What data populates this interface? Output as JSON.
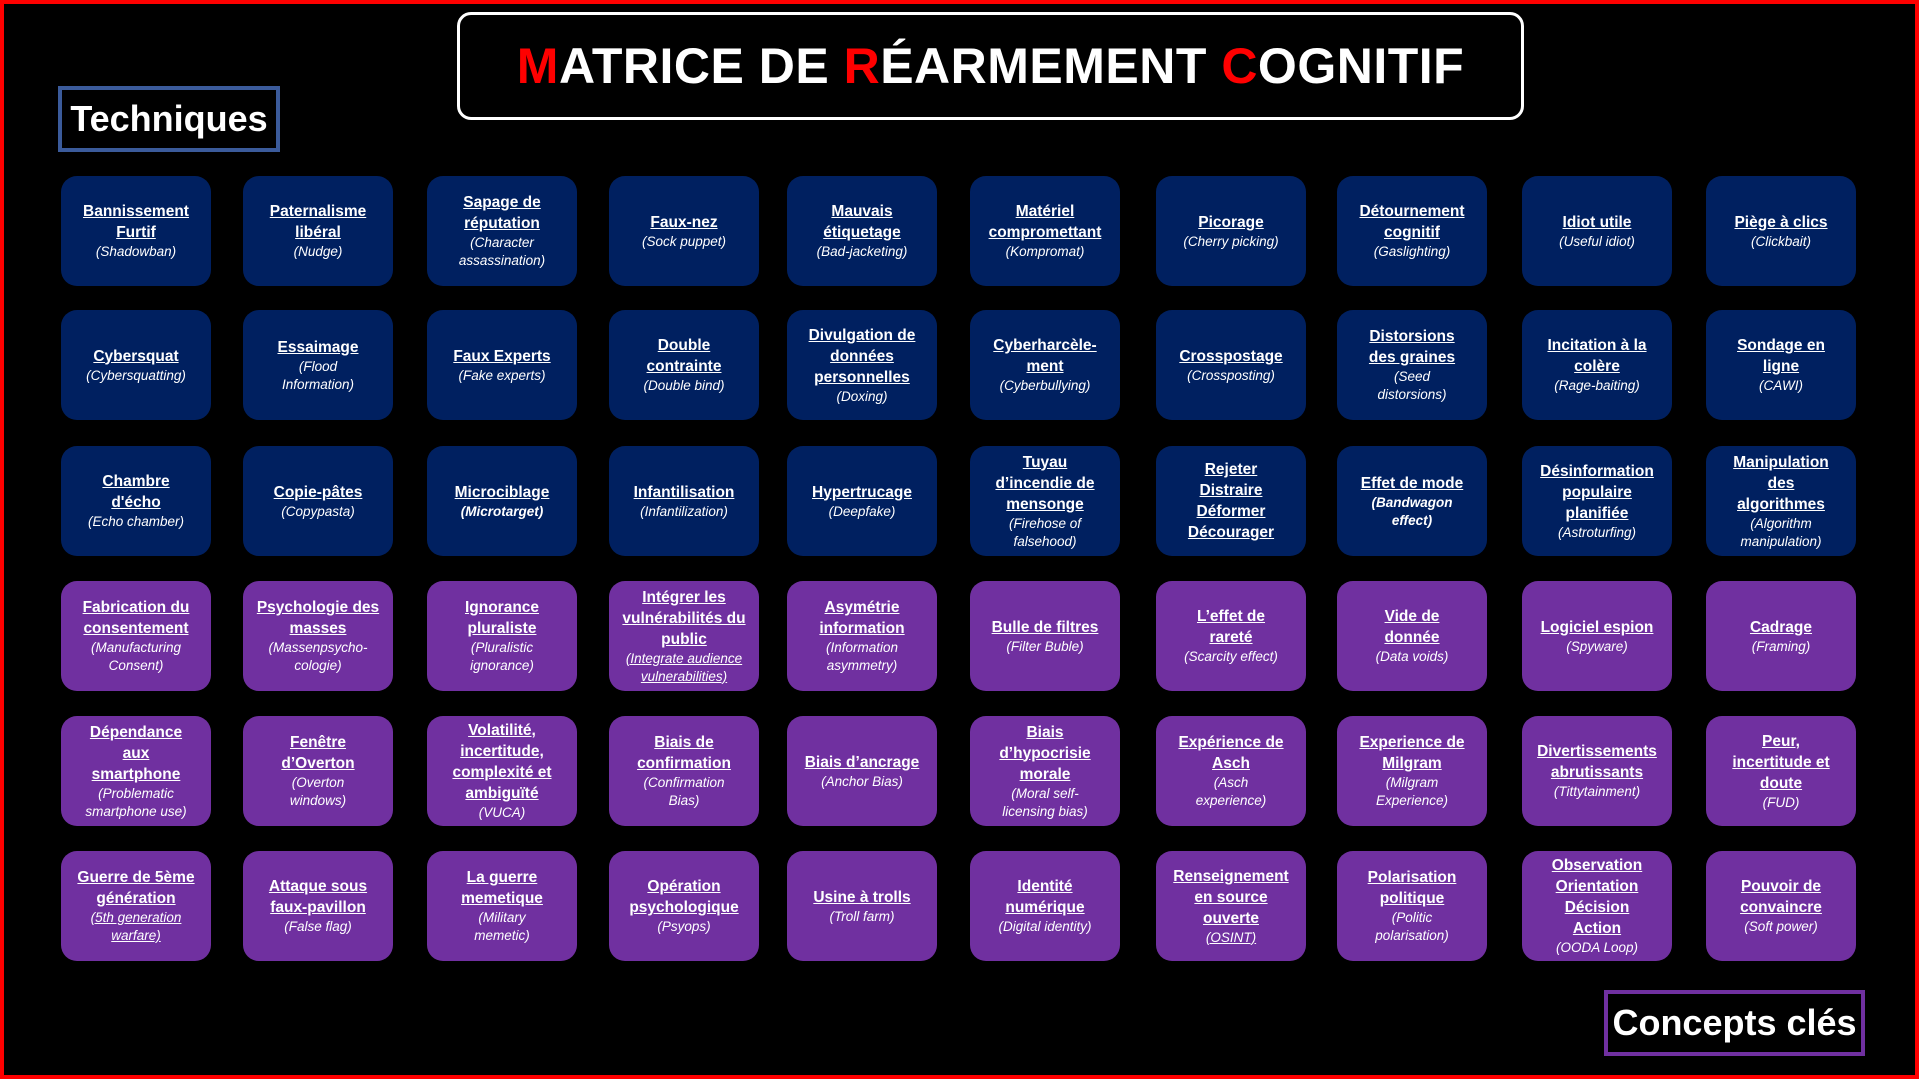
{
  "title": {
    "parts": [
      {
        "text": "M",
        "accent": true
      },
      {
        "text": "ATRICE DE ",
        "accent": false
      },
      {
        "text": "R",
        "accent": true
      },
      {
        "text": "ÉARMEMENT ",
        "accent": false
      },
      {
        "text": "C",
        "accent": true
      },
      {
        "text": "OGNITIF",
        "accent": false
      }
    ],
    "full": "MATRICE DE RÉARMEMENT COGNITIF"
  },
  "labels": {
    "techniques": "Techniques",
    "concepts": "Concepts clés"
  },
  "colors": {
    "frame": "#ff0000",
    "technique_tile": "#002060",
    "concept_tile": "#7030a0",
    "techniques_border": "#3b5b9b",
    "concepts_border": "#7030a0",
    "accent": "#ff0000"
  },
  "techniques": [
    [
      {
        "main": "Bannissement\nFurtif",
        "sub": "(Shadowban)"
      },
      {
        "main": "Paternalisme\nlibéral",
        "sub": "(Nudge)"
      },
      {
        "main": "Sapage de\nréputation",
        "sub": "(Character\nassassination)"
      },
      {
        "main": "Faux-nez",
        "sub": "(Sock puppet)"
      },
      {
        "main": "Mauvais\nétiquetage",
        "sub": "(Bad-jacketing)"
      },
      {
        "main": "Matériel\ncompromettant",
        "sub": "(Kompromat)"
      },
      {
        "main": "Picorage",
        "sub": "(Cherry picking)"
      },
      {
        "main": "Détournement\ncognitif",
        "sub": "(Gaslighting)"
      },
      {
        "main": "Idiot utile",
        "sub": "(Useful idiot)"
      },
      {
        "main": "Piège à clics",
        "sub": "(Clickbait)"
      }
    ],
    [
      {
        "main": "Cybersquat",
        "sub": "(Cybersquatting)"
      },
      {
        "main": "Essaimage",
        "sub": "(Flood\nInformation)"
      },
      {
        "main": "Faux Experts",
        "sub": "(Fake experts)"
      },
      {
        "main": "Double\ncontrainte",
        "sub": "(Double bind)"
      },
      {
        "main": "Divulgation de\ndonnées\npersonnelles",
        "sub": "(Doxing)"
      },
      {
        "main": "Cyberharcèle-\nment",
        "sub": "(Cyberbullying)"
      },
      {
        "main": "Crosspostage",
        "sub": "(Crossposting)"
      },
      {
        "main": "Distorsions\ndes graines",
        "sub": "(Seed\ndistorsions)"
      },
      {
        "main": "Incitation à la\ncolère",
        "sub": "(Rage-baiting)"
      },
      {
        "main": "Sondage en\nligne",
        "sub": "(CAWI)"
      }
    ],
    [
      {
        "main": "Chambre\nd'écho",
        "sub": "(Echo chamber)"
      },
      {
        "main": "Copie-pâtes",
        "sub": "(Copypasta)"
      },
      {
        "main": "Microciblage",
        "sub": "(Microtarget)",
        "sub_bold": true
      },
      {
        "main": "Infantilisation",
        "sub": "(Infantilization)"
      },
      {
        "main": "Hypertrucage",
        "sub": "(Deepfake)"
      },
      {
        "main": "Tuyau\nd’incendie de\nmensonge",
        "sub": "(Firehose of\nfalsehood)"
      },
      {
        "main": "Rejeter\nDistraire\nDéformer\nDécourager",
        "sub": ""
      },
      {
        "main": "Effet de mode",
        "sub": "(Bandwagon\neffect)",
        "sub_bold": true
      },
      {
        "main": "Désinformation\npopulaire\nplanifiée",
        "sub": "(Astroturfing)"
      },
      {
        "main": "Manipulation\ndes\nalgorithmes",
        "sub": "(Algorithm\nmanipulation)"
      }
    ]
  ],
  "concepts": [
    [
      {
        "main": "Fabrication du\nconsentement",
        "sub": "(Manufacturing\nConsent)"
      },
      {
        "main": "Psychologie des\nmasses",
        "sub": "(Massenpsycho-\ncologie)"
      },
      {
        "main": "Ignorance\npluraliste",
        "sub": "(Pluralistic\nignorance)"
      },
      {
        "main": "Intégrer les\nvulnérabilités du\npublic",
        "sub": "(Integrate audience\nvulnerabilities)",
        "sub_ul": true
      },
      {
        "main": "Asymétrie\ninformation",
        "sub": "(Information\nasymmetry)"
      },
      {
        "main": "Bulle de filtres",
        "sub": "(Filter Buble)"
      },
      {
        "main": "L’effet de\nrareté",
        "sub": "(Scarcity effect)"
      },
      {
        "main": "Vide de\ndonnée",
        "sub": "(Data voids)"
      },
      {
        "main": "Logiciel espion",
        "sub": "(Spyware)"
      },
      {
        "main": "Cadrage",
        "sub": "(Framing)"
      }
    ],
    [
      {
        "main": "Dépendance\naux\nsmartphone",
        "sub": "(Problematic\nsmartphone use)"
      },
      {
        "main": "Fenêtre\nd’Overton",
        "sub": "(Overton\nwindows)"
      },
      {
        "main": "Volatilité,\nincertitude,\ncomplexité et\nambiguïté",
        "sub": "(VUCA)"
      },
      {
        "main": "Biais de\nconfirmation",
        "sub": "(Confirmation\nBias)"
      },
      {
        "main": "Biais d’ancrage",
        "sub": "(Anchor Bias)"
      },
      {
        "main": "Biais\nd’hypocrisie\nmorale",
        "sub": "(Moral self-\nlicensing bias)"
      },
      {
        "main": "Expérience de\nAsch",
        "sub": "(Asch\nexperience)"
      },
      {
        "main": "Experience de\nMilgram",
        "sub": "(Milgram\nExperience)"
      },
      {
        "main": "Divertissements\nabrutissants",
        "sub": "(Tittytainment)"
      },
      {
        "main": "Peur,\nincertitude et\ndoute",
        "sub": "(FUD)"
      }
    ],
    [
      {
        "main": "Guerre de 5ème\ngénération",
        "sub": "(5th generation\nwarfare)",
        "sub_ul": true
      },
      {
        "main": "Attaque sous\nfaux-pavillon",
        "sub": "(False flag)"
      },
      {
        "main": "La guerre\nmemetique",
        "sub": "(Military\nmemetic)"
      },
      {
        "main": "Opération\npsychologique",
        "sub": "(Psyops)"
      },
      {
        "main": "Usine à trolls",
        "sub": "(Troll farm)"
      },
      {
        "main": "Identité\nnumérique",
        "sub": "(Digital identity)"
      },
      {
        "main": "Renseignement\nen source\nouverte",
        "sub": "(OSINT)",
        "sub_ul": true
      },
      {
        "main": "Polarisation\npolitique",
        "sub": "(Politic\npolarisation)"
      },
      {
        "main": "Observation\nOrientation\nDécision\nAction",
        "sub": "(OODA Loop)"
      },
      {
        "main": "Pouvoir de\nconvaincre",
        "sub": "(Soft power)"
      }
    ]
  ]
}
